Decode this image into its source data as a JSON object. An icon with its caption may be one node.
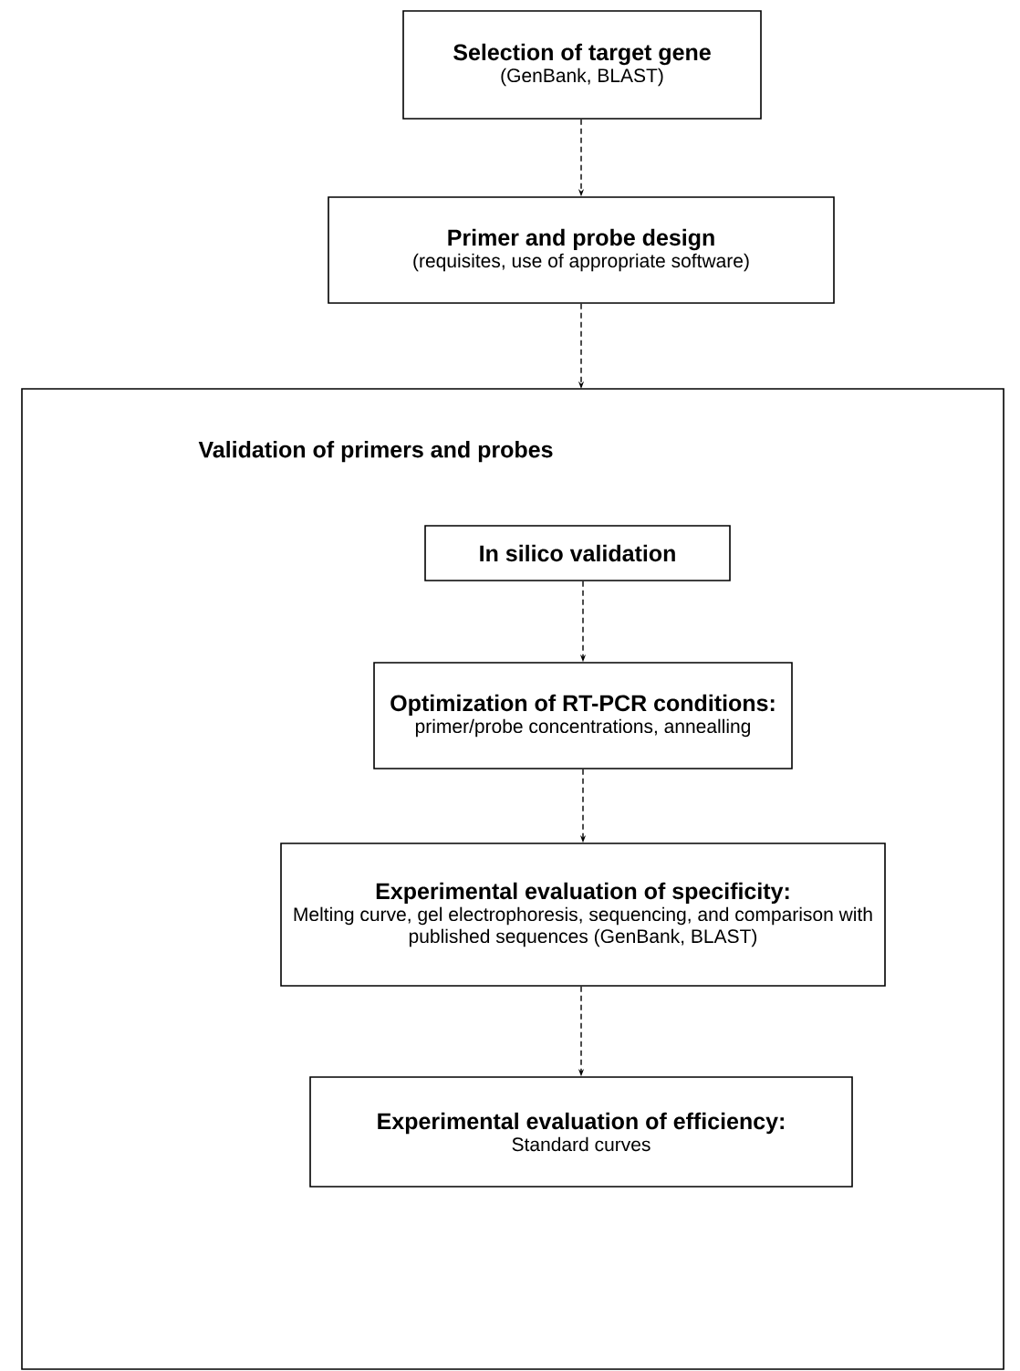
{
  "diagram": {
    "nodes": [
      {
        "text": [
          "Selection of target gene",
          "(GenBank, BLAST)"
        ]
      },
      {
        "text": [
          "Primer and probe design",
          "(requisites, use of appropriate software)"
        ]
      },
      {
        "text": [
          "Validation of primers and probes"
        ]
      },
      {
        "text": [
          "In silico validation"
        ],
        "in": 2
      },
      {
        "text": [
          "Optimization of RT-PCR conditions:",
          "primer/probe concentrations, annealling"
        ],
        "in": 2
      },
      {
        "text": [
          "Experimental evaluation of specificity:",
          "Melting curve, gel electrophoresis, sequencing, and comparison with published sequences (GenBank, BLAST)"
        ],
        "in": 2
      },
      {
        "text": [
          "Experimental evaluation of efficiency:",
          "Standard curves"
        ],
        "in": 2
      }
    ],
    "edges": [
      {
        "from": 0,
        "to": 1,
        "arrow": "to",
        "style": "dashed"
      },
      {
        "from": 1,
        "to": 2,
        "arrow": "to",
        "style": "dashed"
      },
      {
        "from": 3,
        "to": 4,
        "arrow": "to",
        "style": "dashed"
      },
      {
        "from": 4,
        "to": 5,
        "arrow": "to",
        "style": "dashed"
      },
      {
        "from": 5,
        "to": 6,
        "arrow": "to",
        "style": "dashed"
      }
    ]
  }
}
